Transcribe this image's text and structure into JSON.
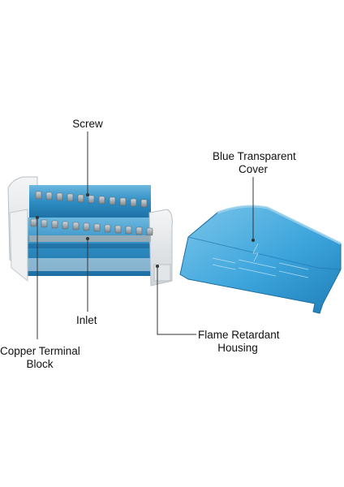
{
  "labels": {
    "screw": "Screw",
    "cover_line1": "Blue Transparent",
    "cover_line2": "Cover",
    "inlet": "Inlet",
    "copper_line1": "Copper Terminal",
    "copper_line2": "Block",
    "housing_line1": "Flame Retardant",
    "housing_line2": "Housing"
  },
  "colors": {
    "housing": "#e6e9ec",
    "blue_plastic": "#2f8fc4",
    "cover_blue": "#3aa3d9",
    "copper": "#9aa3a9",
    "leader_line": "#333333"
  }
}
